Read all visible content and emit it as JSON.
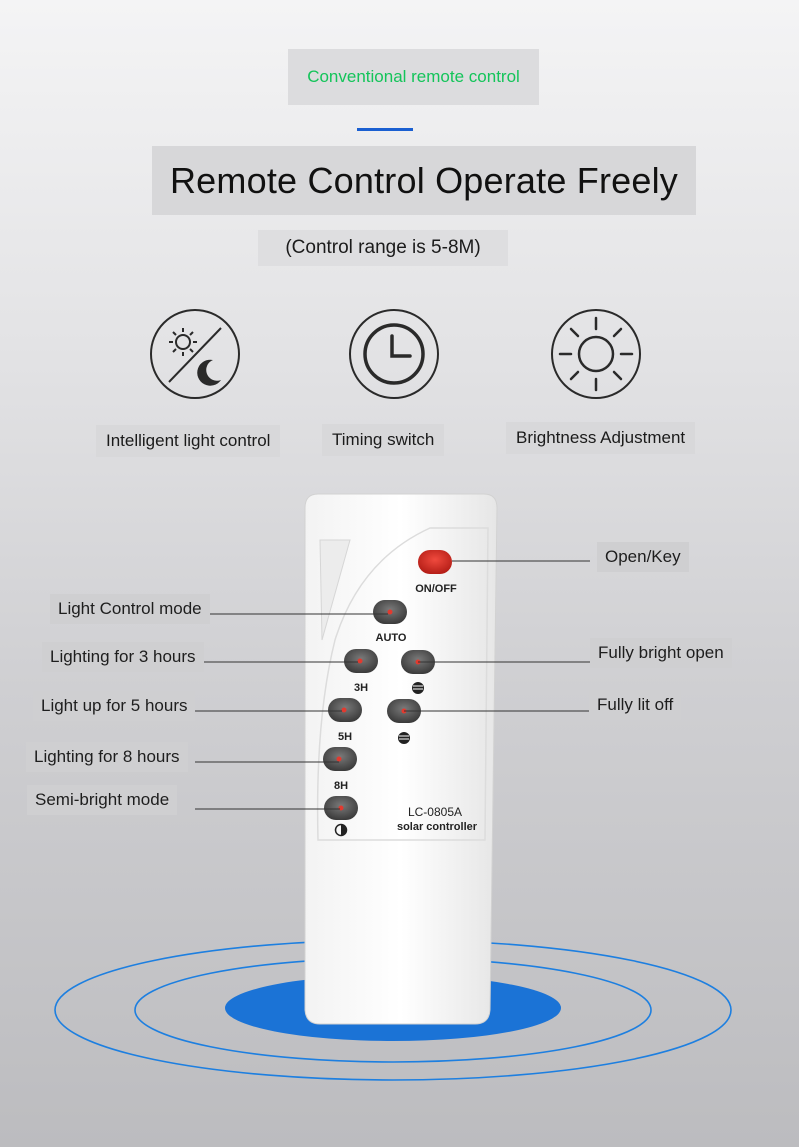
{
  "header": {
    "tag": "Conventional remote control",
    "title": "Remote Control Operate Freely",
    "subtitle": "(Control range is 5-8M)"
  },
  "features": [
    {
      "icon": "sun-moon-icon",
      "label": "Intelligent light control"
    },
    {
      "icon": "clock-icon",
      "label": "Timing switch"
    },
    {
      "icon": "sun-icon",
      "label": "Brightness Adjustment"
    }
  ],
  "remote": {
    "buttons": {
      "onoff": "ON/OFF",
      "auto": "AUTO",
      "h3": "3H",
      "h5": "5H",
      "h8": "8H"
    },
    "model": "LC-0805A",
    "model_sub": "solar controller"
  },
  "callouts": {
    "open_key": "Open/Key",
    "light_control_mode": "Light Control mode",
    "lighting_3h": "Lighting for 3 hours",
    "fully_bright_open": "Fully bright open",
    "light_up_5h": "Light up for 5 hours",
    "fully_lit_off": "Fully lit off",
    "lighting_8h": "Lighting for 8 hours",
    "semi_bright_mode": "Semi-bright mode"
  },
  "colors": {
    "tag_text": "#14c45a",
    "accent_line": "#1a5fd1",
    "power_button": "#d8322a",
    "ring_blue": "#1d7fe0"
  }
}
